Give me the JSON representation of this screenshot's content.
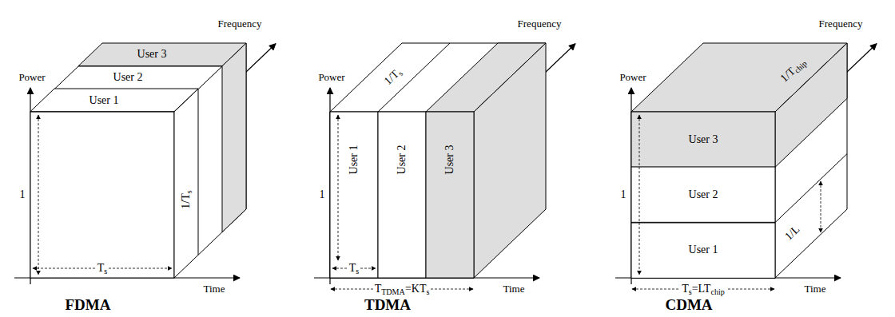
{
  "diagram": {
    "nodes": [
      {
        "text": [
          "User 3"
        ]
      },
      {
        "text": [
          "User 2"
        ]
      },
      {
        "text": [
          "User 1"
        ]
      },
      {
        "text": [
          "User 1"
        ]
      },
      {
        "text": [
          "User 2"
        ]
      },
      {
        "text": [
          "User 3"
        ]
      },
      {
        "text": [
          "User 3"
        ]
      },
      {
        "text": [
          "User 2"
        ]
      },
      {
        "text": [
          "User 1"
        ]
      }
    ],
    "labels": [
      "Power",
      "Frequency",
      "1",
      "Ts",
      "1/Ts",
      "Time",
      "FDMA",
      "Power",
      "Frequency",
      "1/Ts",
      "1",
      "Ts",
      "TTDMA=KTs",
      "Time",
      "TDMA",
      "Power",
      "Frequency",
      "1/Tchip",
      "1",
      "1/L",
      "Ts=LTchip",
      "Time",
      "CDMA"
    ]
  }
}
